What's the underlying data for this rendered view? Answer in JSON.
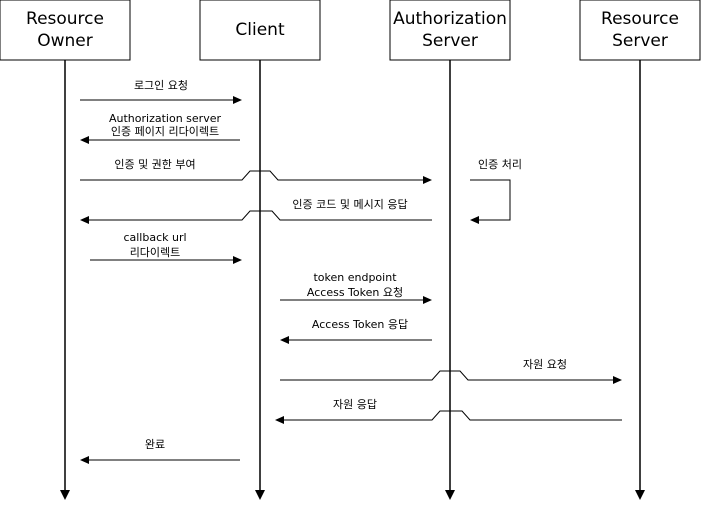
{
  "actors": {
    "resource_owner": {
      "line1": "Resource",
      "line2": "Owner"
    },
    "client": {
      "line1": "Client"
    },
    "authorization_server": {
      "line1": "Authorization",
      "line2": "Server"
    },
    "resource_server": {
      "line1": "Resource",
      "line2": "Server"
    }
  },
  "messages": {
    "login_request": {
      "line1": "로그인 요청"
    },
    "auth_redirect": {
      "line1": "Authorization server",
      "line2": "인증 페이지 리다이렉트"
    },
    "auth_grant": {
      "line1": "인증 및 권한 부여"
    },
    "auth_processing": {
      "line1": "인증 처리"
    },
    "auth_code_response": {
      "line1": "인증 코드 및 메시지 응답"
    },
    "callback_redirect": {
      "line1": "callback url",
      "line2": "리다이렉트"
    },
    "token_request": {
      "line1": "token endpoint",
      "line2": "Access Token 요청"
    },
    "token_response": {
      "line1": "Access Token 응답"
    },
    "resource_request": {
      "line1": "자원 요청"
    },
    "resource_response": {
      "line1": "자원 응답"
    },
    "complete": {
      "line1": "완료"
    }
  }
}
